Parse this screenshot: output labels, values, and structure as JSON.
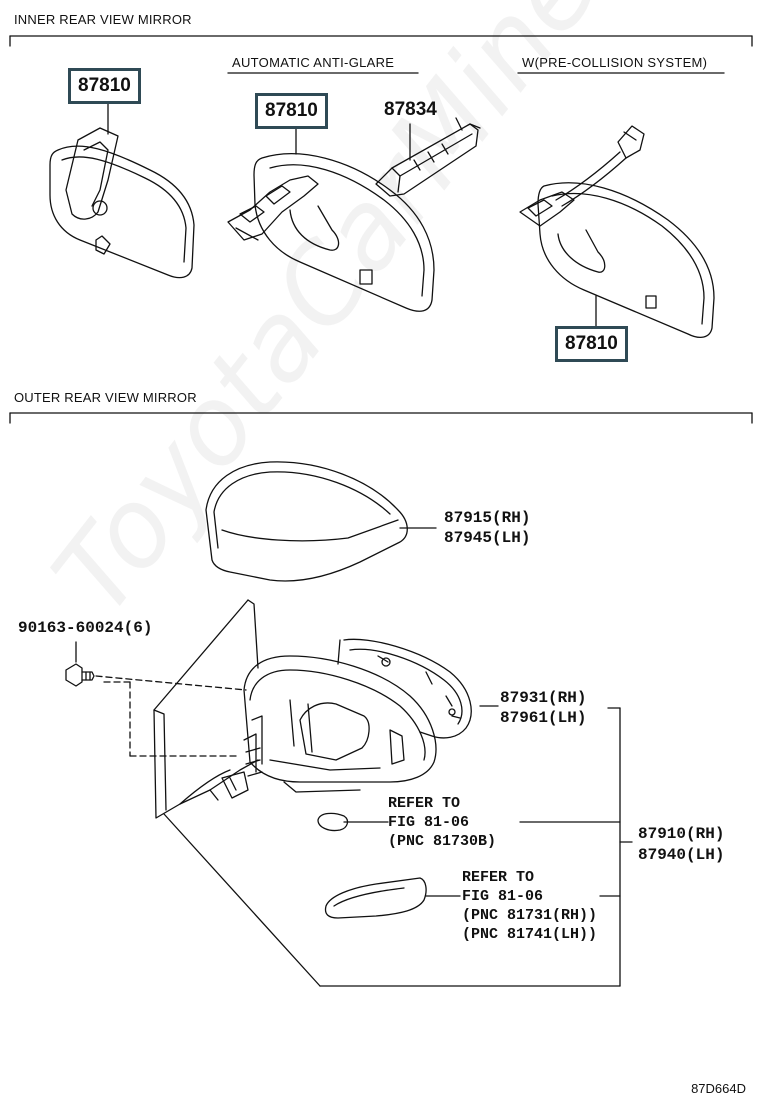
{
  "sections": {
    "inner_title": "INNER REAR VIEW MIRROR",
    "outer_title": "OUTER REAR VIEW MIRROR"
  },
  "inner": {
    "caption_anti_glare": "AUTOMATIC ANTI-GLARE",
    "caption_pre_collision": "W(PRE-COLLISION SYSTEM)",
    "part_mirror_1": "87810",
    "part_mirror_2": "87810",
    "part_cover": "87834",
    "part_mirror_3": "87810"
  },
  "outer": {
    "cover_rh": "87915(RH)",
    "cover_lh": "87945(LH)",
    "screw": "90163-60024(6)",
    "housing_rh": "87931(RH)",
    "housing_lh": "87961(LH)",
    "assy_rh": "87910(RH)",
    "assy_lh": "87940(LH)",
    "ref1_line1": "REFER TO",
    "ref1_line2": "FIG 81-06",
    "ref1_line3": "(PNC 81730B)",
    "ref2_line1": "REFER TO",
    "ref2_line2": "FIG 81-06",
    "ref2_line3": "(PNC 81731(RH))",
    "ref2_line4": "(PNC 81741(LH))"
  },
  "figure_code": "87D664D",
  "watermark": "ToyotaCarMine.ru"
}
